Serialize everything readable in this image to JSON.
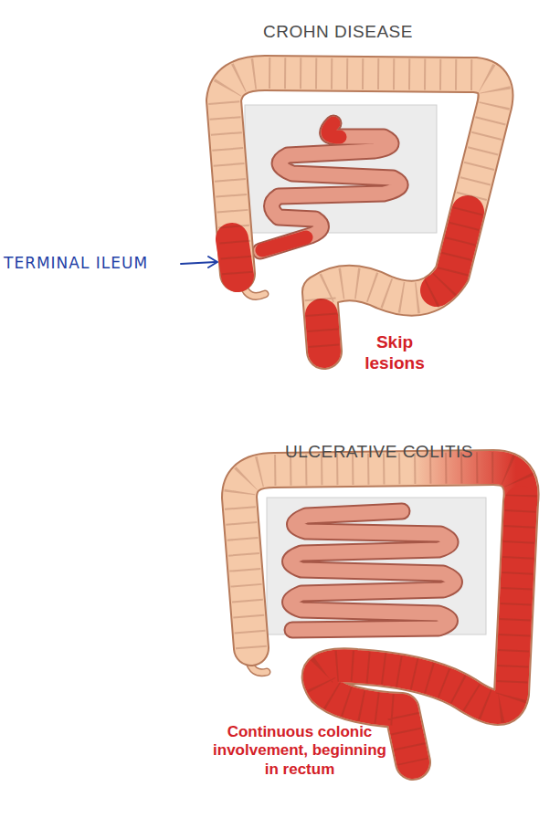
{
  "diagram": {
    "labels": [
      "CROHN DISEASE",
      "TERMINAL ILEUM",
      "Skip lesions",
      "ULCERATIVE COLITIS",
      "Continuous colonic involvement, beginning in rectum"
    ]
  }
}
